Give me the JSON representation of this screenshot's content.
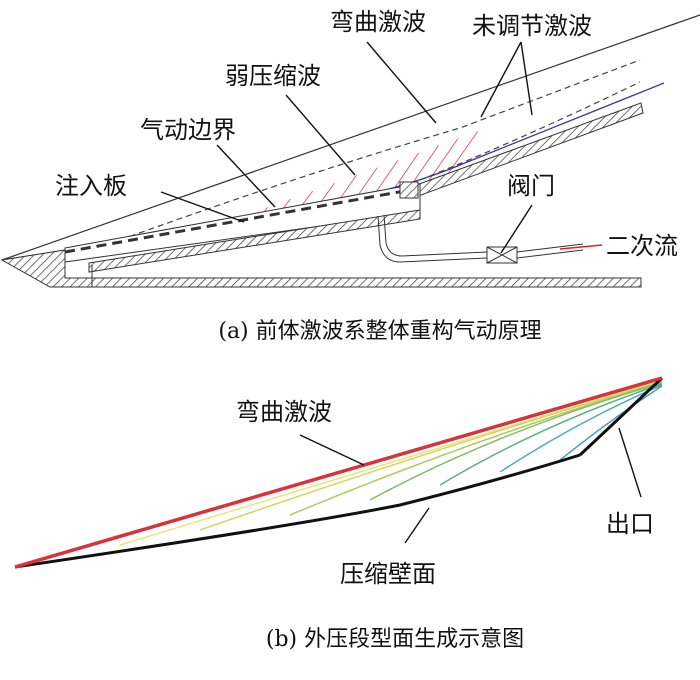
{
  "panel_a": {
    "labels": {
      "curved_shock": "弯曲激波",
      "unregulated_shock": "未调节激波",
      "weak_compression": "弱压缩波",
      "aero_boundary": "气动边界",
      "injection_plate": "注入板",
      "valve": "阀门",
      "secondary_flow": "二次流"
    },
    "caption": "(a) 前体激波系整体重构气动原理"
  },
  "panel_b": {
    "labels": {
      "curved_shock": "弯曲激波",
      "exit": "出口",
      "compression_wall": "压缩壁面"
    },
    "caption": "(b) 外压段型面生成示意图"
  },
  "colors": {
    "shock_red": "#d8333a",
    "boundary_blue": "#3a3a9a",
    "hatch_red": "#e06080"
  }
}
